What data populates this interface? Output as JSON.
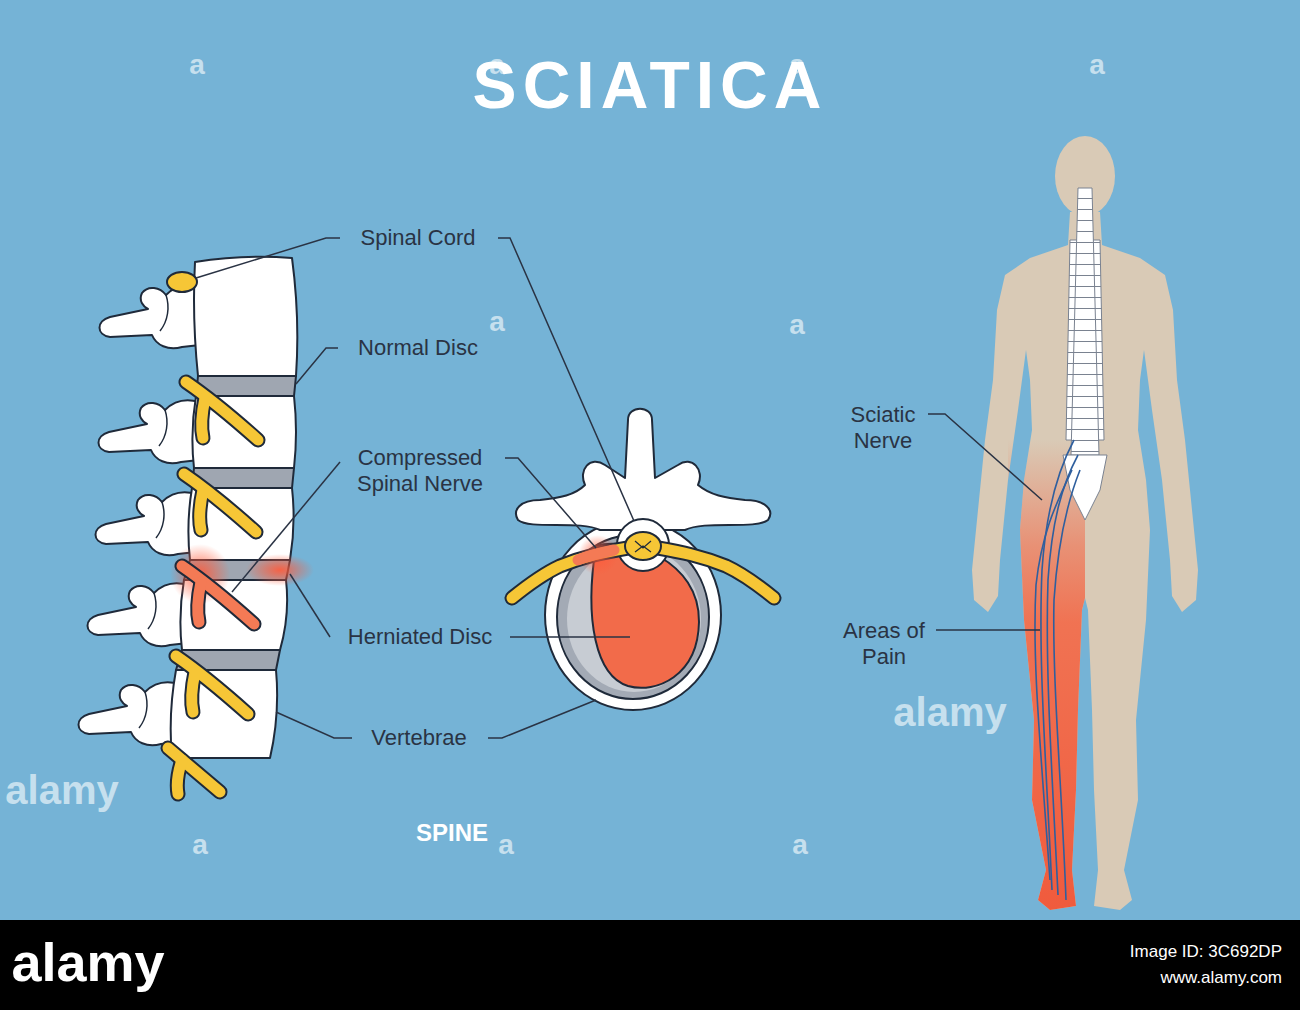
{
  "diagram": {
    "title": "SCIATICA",
    "labels": [
      "Spinal Cord",
      "Normal Disc",
      "Compressed Spinal Nerve",
      "Herniated Disc",
      "Vertebrae",
      "SPINE",
      "Sciatic Nerve",
      "Areas of Pain",
      "alamy",
      "alamy",
      "a",
      "a",
      "a",
      "a",
      "a",
      "a",
      "a",
      "a",
      "a",
      "alamy",
      "Image ID: 3C692DP",
      "www.alamy.com"
    ]
  }
}
